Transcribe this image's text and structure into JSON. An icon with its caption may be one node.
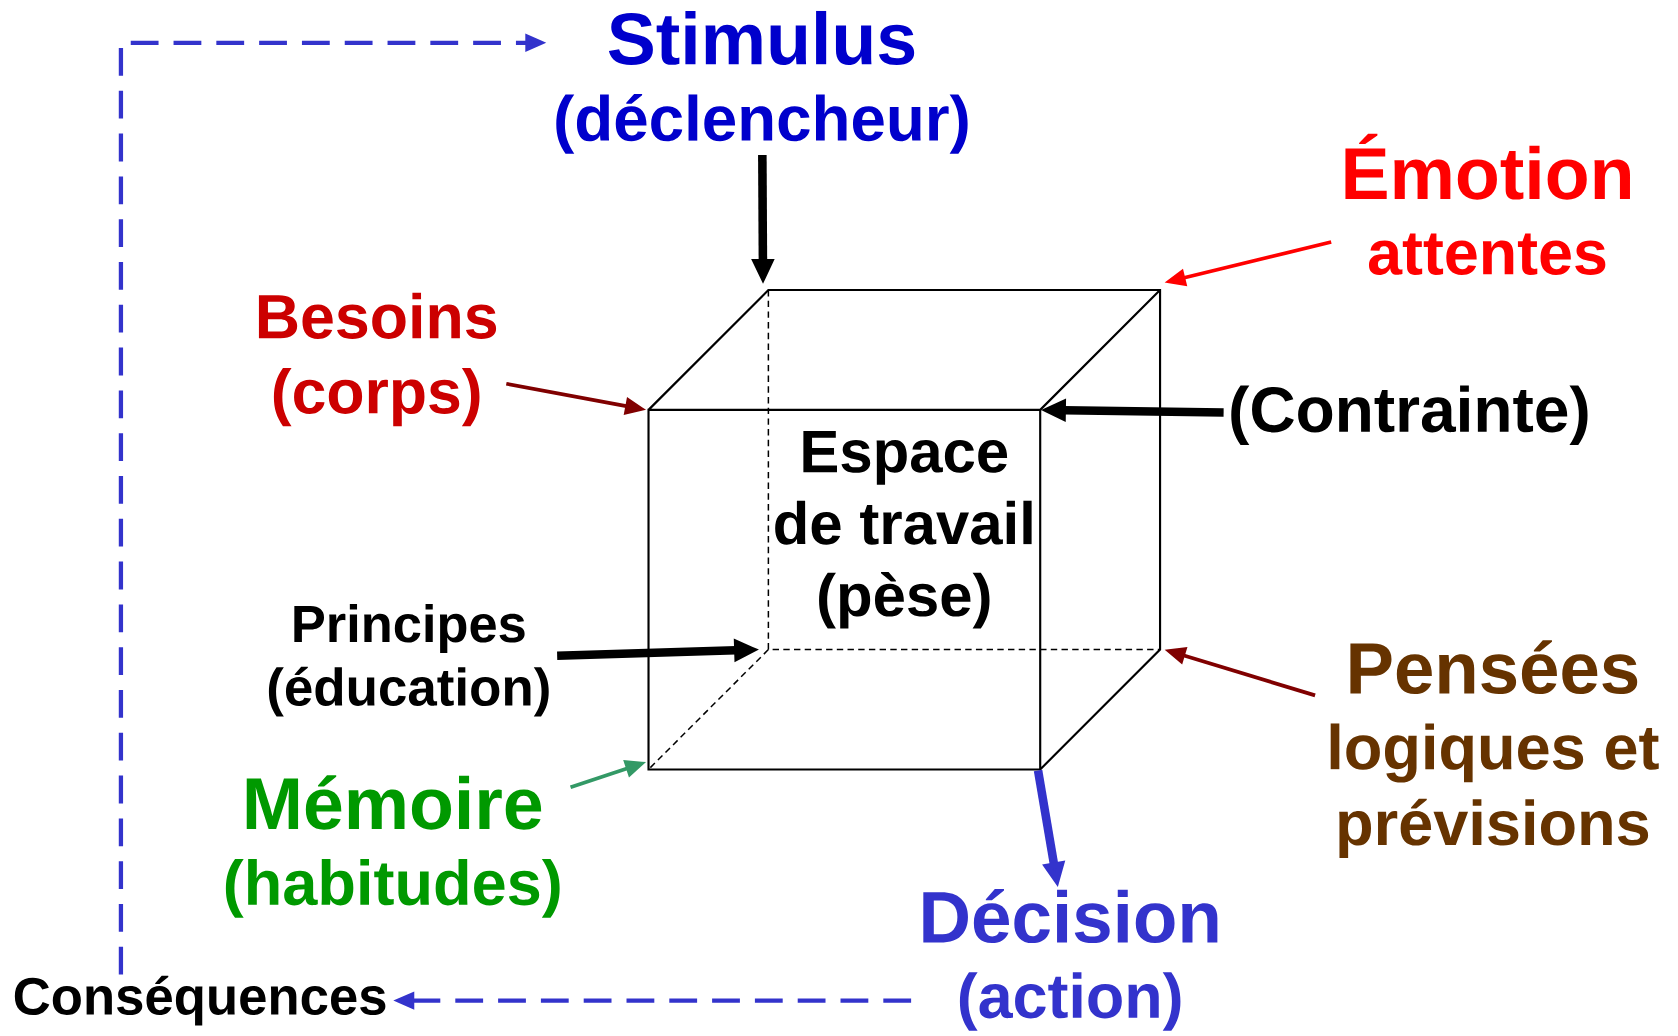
{
  "diagram": {
    "nodes": [
      {
        "text": [
          "Stimulus",
          "(déclencheur)"
        ]
      },
      {
        "text": [
          "Émotion",
          "attentes"
        ]
      },
      {
        "text": [
          "Besoins",
          "(corps)"
        ]
      },
      {
        "text": [
          "Espace de travail (pèse)"
        ]
      },
      {
        "text": [
          "(Contrainte)"
        ]
      },
      {
        "text": [
          "Principes",
          "(éducation)"
        ]
      },
      {
        "text": [
          "Pensées",
          "logiques et prévisions"
        ]
      },
      {
        "text": [
          "Mémoire",
          "(habitudes)"
        ]
      },
      {
        "text": [
          "Décision",
          "(action)"
        ]
      },
      {
        "text": [
          "Conséquences"
        ]
      }
    ],
    "edges": [
      {
        "from": 0,
        "to": 3,
        "arrow": "to",
        "style": "thick"
      },
      {
        "from": 1,
        "to": 3,
        "arrow": "to",
        "color": "#ff0000"
      },
      {
        "from": 2,
        "to": 3,
        "arrow": "to",
        "color": "#800000"
      },
      {
        "from": 4,
        "to": 3,
        "arrow": "to",
        "style": "thick"
      },
      {
        "from": 5,
        "to": 3,
        "arrow": "to",
        "style": "thick"
      },
      {
        "from": 6,
        "to": 3,
        "arrow": "to",
        "color": "#800000"
      },
      {
        "from": 7,
        "to": 3,
        "arrow": "to",
        "color": "#339966"
      },
      {
        "from": 3,
        "to": 8,
        "arrow": "to",
        "style": "thick",
        "color": "#3333cc"
      },
      {
        "from": 8,
        "to": 9,
        "arrow": "to",
        "style": "dashed",
        "color": "#3333cc"
      },
      {
        "from": 9,
        "to": 0,
        "arrow": "to",
        "style": "dashed",
        "color": "#3333cc"
      }
    ]
  }
}
